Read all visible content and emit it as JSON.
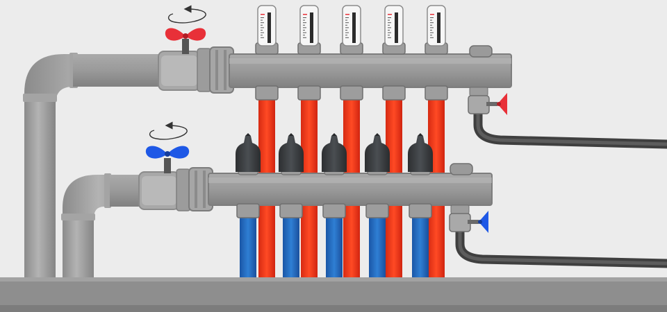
{
  "colors": {
    "background": "#ececec",
    "pipe": "#9a9a9a",
    "pipe_dark": "#6f6f6f",
    "pipe_light": "#b9b9b9",
    "hot": "#e8321c",
    "cold": "#1f62b5",
    "valve_hot": "#e83038",
    "valve_cold": "#1e58e6",
    "actuator": "#3a3d40",
    "hose": "#4d4d4d"
  },
  "icons": {
    "supply_valve": "butterfly-handle-valve-icon",
    "return_valve": "butterfly-handle-valve-icon",
    "rotation": "rotate-arrow-icon",
    "flow_meter": "flow-meter-gauge-icon",
    "actuator": "thermal-actuator-icon",
    "drain_valve": "drain-valve-icon"
  },
  "manifold": {
    "supply": {
      "name": "supply-manifold",
      "loops": 5,
      "pipe_color": "hot",
      "top_fittings": "flow-meter"
    },
    "return": {
      "name": "return-manifold",
      "loops": 5,
      "pipe_color": "cold",
      "top_fittings": "actuator"
    }
  }
}
